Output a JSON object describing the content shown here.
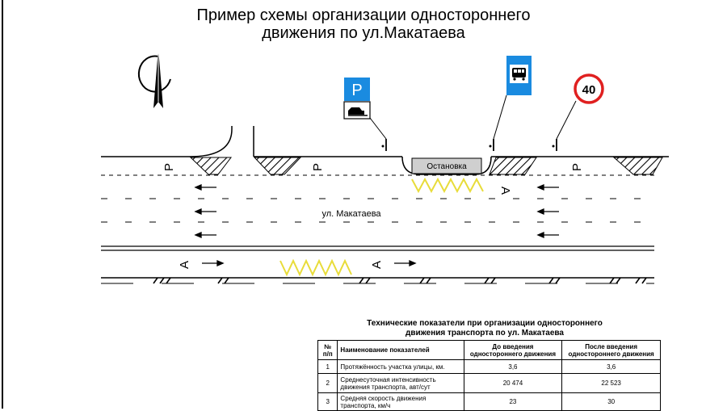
{
  "title": {
    "line1": "Пример схемы организации одностороннего",
    "line2": "движения по ул.Макатаева"
  },
  "scheme": {
    "street_label": "ул. Макатаева",
    "stop_label": "Остановка",
    "parking_letter": "P",
    "speed_limit": "40",
    "icons": [
      "compass-north-icon",
      "parking-sign-icon",
      "parking-vehicle-plate-icon",
      "bus-stop-sign-icon",
      "speed-limit-sign-icon",
      "bus-icon",
      "lane-arrow-icon",
      "bus-lane-marking-icon"
    ]
  },
  "table": {
    "title_line1": "Технические показатели при организации одностороннего",
    "title_line2": "движения транспорта по ул. Макатаева",
    "header": {
      "no": "№ п/п",
      "name": "Наименование показателей",
      "before": "До введения одностороннего движения",
      "after": "После введения одностороннего движения"
    },
    "rows": [
      {
        "no": "1",
        "name": "Протяжённость участка улицы, км.",
        "before": "3,6",
        "after": "3,6"
      },
      {
        "no": "2",
        "name": "Среднесуточная интенсивность движения транспорта, авт/сут",
        "before": "20 474",
        "after": "22 523"
      },
      {
        "no": "3",
        "name": "Средняя скорость движения транспорта, км/ч",
        "before": "23",
        "after": "30"
      }
    ]
  }
}
